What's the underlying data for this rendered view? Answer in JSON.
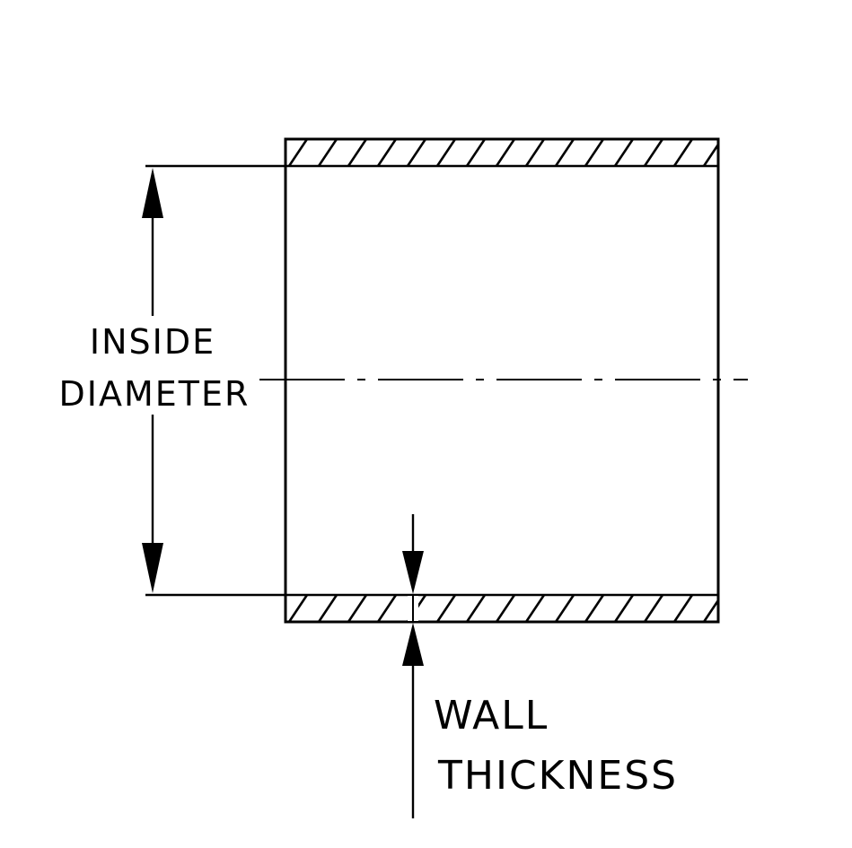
{
  "diagram": {
    "type": "engineering-cross-section",
    "subject": "tube-wall-cross-section",
    "labels": {
      "inside_diameter": {
        "line1": "INSIDE",
        "line2": "DIAMETER"
      },
      "wall_thickness": {
        "line1": "WALL",
        "line2": "THICKNESS"
      }
    },
    "colors": {
      "line": "#000000",
      "background": "#ffffff"
    }
  }
}
